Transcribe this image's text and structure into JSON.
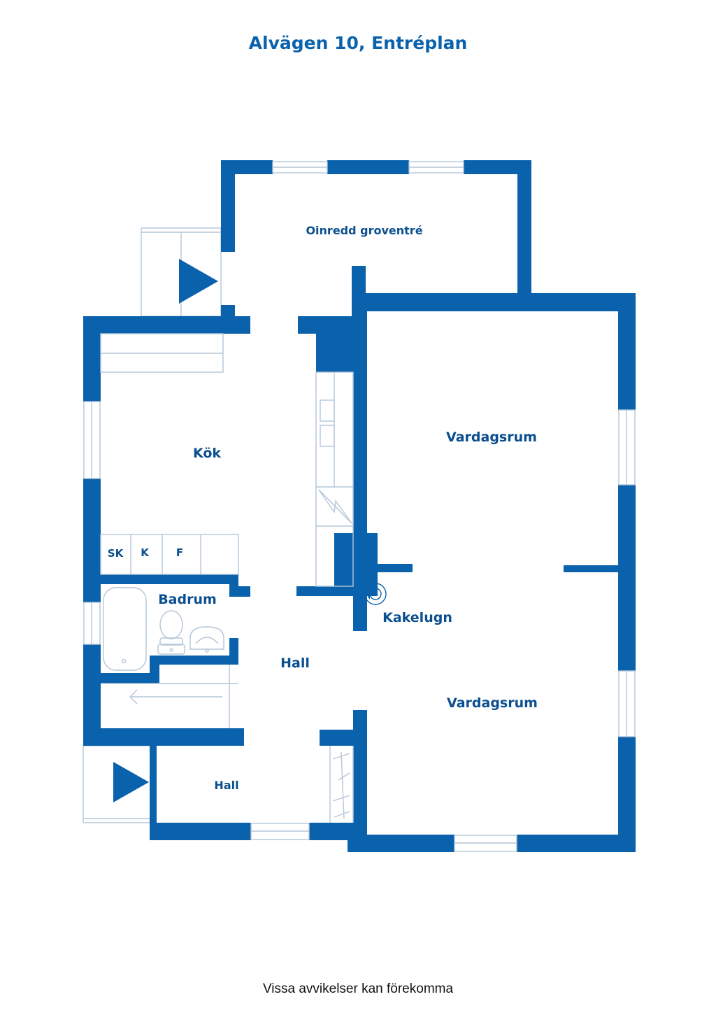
{
  "title": "Alvägen 10, Entréplan",
  "footer": "Vissa avvikelser kan förekomma",
  "rooms": {
    "groventre": "Oinredd groventré",
    "kok": "Kök",
    "vardagsrum_upper": "Vardagsrum",
    "vardagsrum_lower": "Vardagsrum",
    "kakelugn": "Kakelugn",
    "badrum": "Badrum",
    "hall_main": "Hall",
    "hall_small": "Hall"
  },
  "closets": {
    "sk": "SK",
    "k": "K",
    "f": "F"
  },
  "colors": {
    "wall": "#0a62ad",
    "label": "#0a4f8f",
    "thin_line": "#b4c6d8"
  }
}
